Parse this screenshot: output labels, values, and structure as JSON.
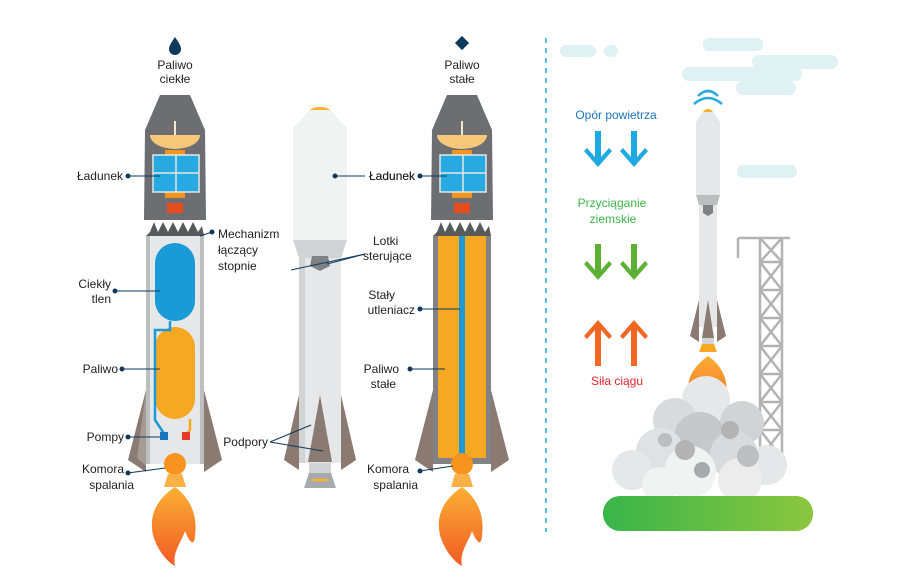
{
  "rockets": {
    "liquid": {
      "title_l1": "Paliwo",
      "title_l2": "ciekłe",
      "label_payload": "Ładunek",
      "label_mech_l1": "Mechanizm",
      "label_mech_l2": "łączący",
      "label_mech_l3": "stopnie",
      "label_oxygen_l1": "Ciekły",
      "label_oxygen_l2": "tlen",
      "label_fuel": "Paliwo",
      "label_pumps": "Pompy",
      "label_chamber_l1": "Komora",
      "label_chamber_l2": "spalania"
    },
    "middle": {
      "label_fins_l1": "Lotki",
      "label_fins_l2": "sterujące",
      "label_legs": "Podpory"
    },
    "solid": {
      "title_l1": "Paliwo",
      "title_l2": "stałe",
      "label_payload": "Ładunek",
      "label_oxidizer_l1": "Stały",
      "label_oxidizer_l2": "utleniacz",
      "label_fuel_l1": "Paliwo",
      "label_fuel_l2": "stałe",
      "label_chamber_l1": "Komora",
      "label_chamber_l2": "spalania"
    }
  },
  "forces": {
    "drag": "Opór powietrza",
    "gravity_l1": "Przyciąganie",
    "gravity_l2": "ziemskie",
    "thrust": "Siła ciągu"
  },
  "colors": {
    "drag": "#1fa9e1",
    "gravity": "#5cb135",
    "thrust": "#f26522",
    "thrust_label": "#e8232d",
    "navy": "#0e3a5c",
    "ground": "#3cb54a",
    "cloud": "#dff1f3"
  },
  "icons": {
    "liquid": "droplet-icon",
    "solid": "diamond-icon"
  }
}
